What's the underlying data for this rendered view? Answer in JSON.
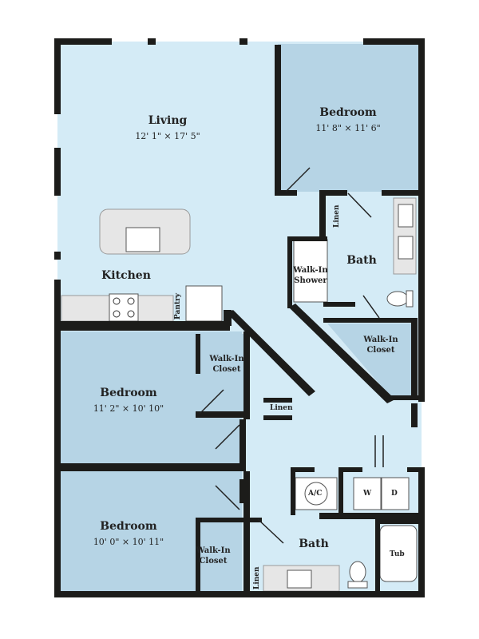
{
  "rooms": {
    "living": {
      "name": "Living",
      "dims": "12' 1\" × 17' 5\""
    },
    "kitchen": {
      "name": "Kitchen"
    },
    "pantry": {
      "name": "Pantry"
    },
    "bedroom_top": {
      "name": "Bedroom",
      "dims": "11' 8\" × 11' 6\""
    },
    "bath_top": {
      "name": "Bath"
    },
    "linen_top": {
      "name": "Linen"
    },
    "walkin_shower": {
      "line1": "Walk-In",
      "line2": "Shower"
    },
    "walkin_closet_right": {
      "line1": "Walk-In",
      "line2": "Closet"
    },
    "walkin_closet_mid": {
      "line1": "Walk-In",
      "line2": "Closet"
    },
    "linen_mid": {
      "name": "Linen"
    },
    "bedroom_mid": {
      "name": "Bedroom",
      "dims": "11' 2\" × 10' 10\""
    },
    "bedroom_bottom": {
      "name": "Bedroom",
      "dims": "10' 0\" × 10' 11\""
    },
    "walkin_closet_bottom": {
      "line1": "Walk-In",
      "line2": "Closet"
    },
    "ac": {
      "name": "A/C"
    },
    "washer": {
      "name": "W"
    },
    "dryer": {
      "name": "D"
    },
    "bath_bottom": {
      "name": "Bath"
    },
    "tub": {
      "name": "Tub"
    },
    "linen_bottom": {
      "name": "Linen"
    }
  },
  "colors": {
    "common": "#d4ebf6",
    "bedroom": "#b6d4e5",
    "wall": "#1c1c1a",
    "fixture": "#e6e6e6"
  }
}
